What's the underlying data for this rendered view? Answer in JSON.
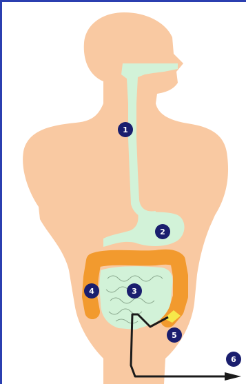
{
  "markers": [
    {
      "id": "1",
      "label": "1"
    },
    {
      "id": "2",
      "label": "2"
    },
    {
      "id": "3",
      "label": "3"
    },
    {
      "id": "4",
      "label": "4"
    },
    {
      "id": "5",
      "label": "5"
    },
    {
      "id": "6",
      "label": "6"
    }
  ],
  "colors": {
    "frame": "#2b3fb0",
    "body": "#f9c9a2",
    "tract": "#d2f2d8",
    "colon": "#f29a2e",
    "appendix": "#f6e84a",
    "marker": "#1a1e6e",
    "tube": "#1a1a1a"
  },
  "icons": [
    "endoscope-tube-icon"
  ]
}
